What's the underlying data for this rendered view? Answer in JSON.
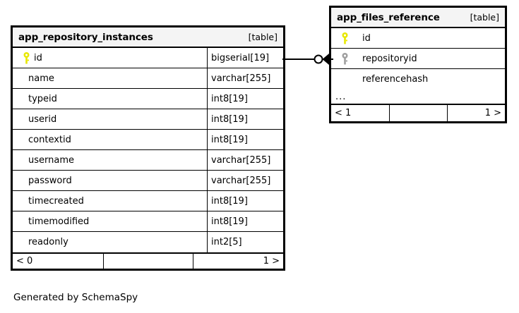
{
  "diagram": {
    "caption": "Generated by SchemaSpy",
    "table_tag": "[table]",
    "ellipsis": "...",
    "pk_icon": "primary-key-icon",
    "fk_icon": "foreign-key-icon",
    "relationship": {
      "from_table": "app_repository_instances",
      "from_column": "id",
      "to_table": "app_files_reference",
      "to_column": "repositoryid",
      "notation": "crows-foot",
      "source_cardinality": "zero-or-one",
      "target_cardinality": "zero-or-many"
    }
  },
  "tables": [
    {
      "name": "app_repository_instances",
      "tag": "[table]",
      "columns": [
        {
          "name": "id",
          "type": "bigserial[19]",
          "key": "primary"
        },
        {
          "name": "name",
          "type": "varchar[255]",
          "key": "none"
        },
        {
          "name": "typeid",
          "type": "int8[19]",
          "key": "none"
        },
        {
          "name": "userid",
          "type": "int8[19]",
          "key": "none"
        },
        {
          "name": "contextid",
          "type": "int8[19]",
          "key": "none"
        },
        {
          "name": "username",
          "type": "varchar[255]",
          "key": "none"
        },
        {
          "name": "password",
          "type": "varchar[255]",
          "key": "none"
        },
        {
          "name": "timecreated",
          "type": "int8[19]",
          "key": "none"
        },
        {
          "name": "timemodified",
          "type": "int8[19]",
          "key": "none"
        },
        {
          "name": "readonly",
          "type": "int2[5]",
          "key": "none"
        }
      ],
      "has_ellipsis": false,
      "footer": {
        "left": "< 0",
        "middle": "",
        "right": "1 >"
      }
    },
    {
      "name": "app_files_reference",
      "tag": "[table]",
      "columns": [
        {
          "name": "id",
          "type": "",
          "key": "primary"
        },
        {
          "name": "repositoryid",
          "type": "",
          "key": "foreign"
        },
        {
          "name": "referencehash",
          "type": "",
          "key": "none"
        }
      ],
      "has_ellipsis": true,
      "footer": {
        "left": "< 1",
        "middle": "",
        "right": "1 >"
      }
    }
  ],
  "colors": {
    "primary_key": "#e8e800",
    "foreign_key": "#a0a0a0",
    "border": "#000000",
    "header_bg": "#f4f4f4",
    "page_bg": "#ffffff"
  }
}
